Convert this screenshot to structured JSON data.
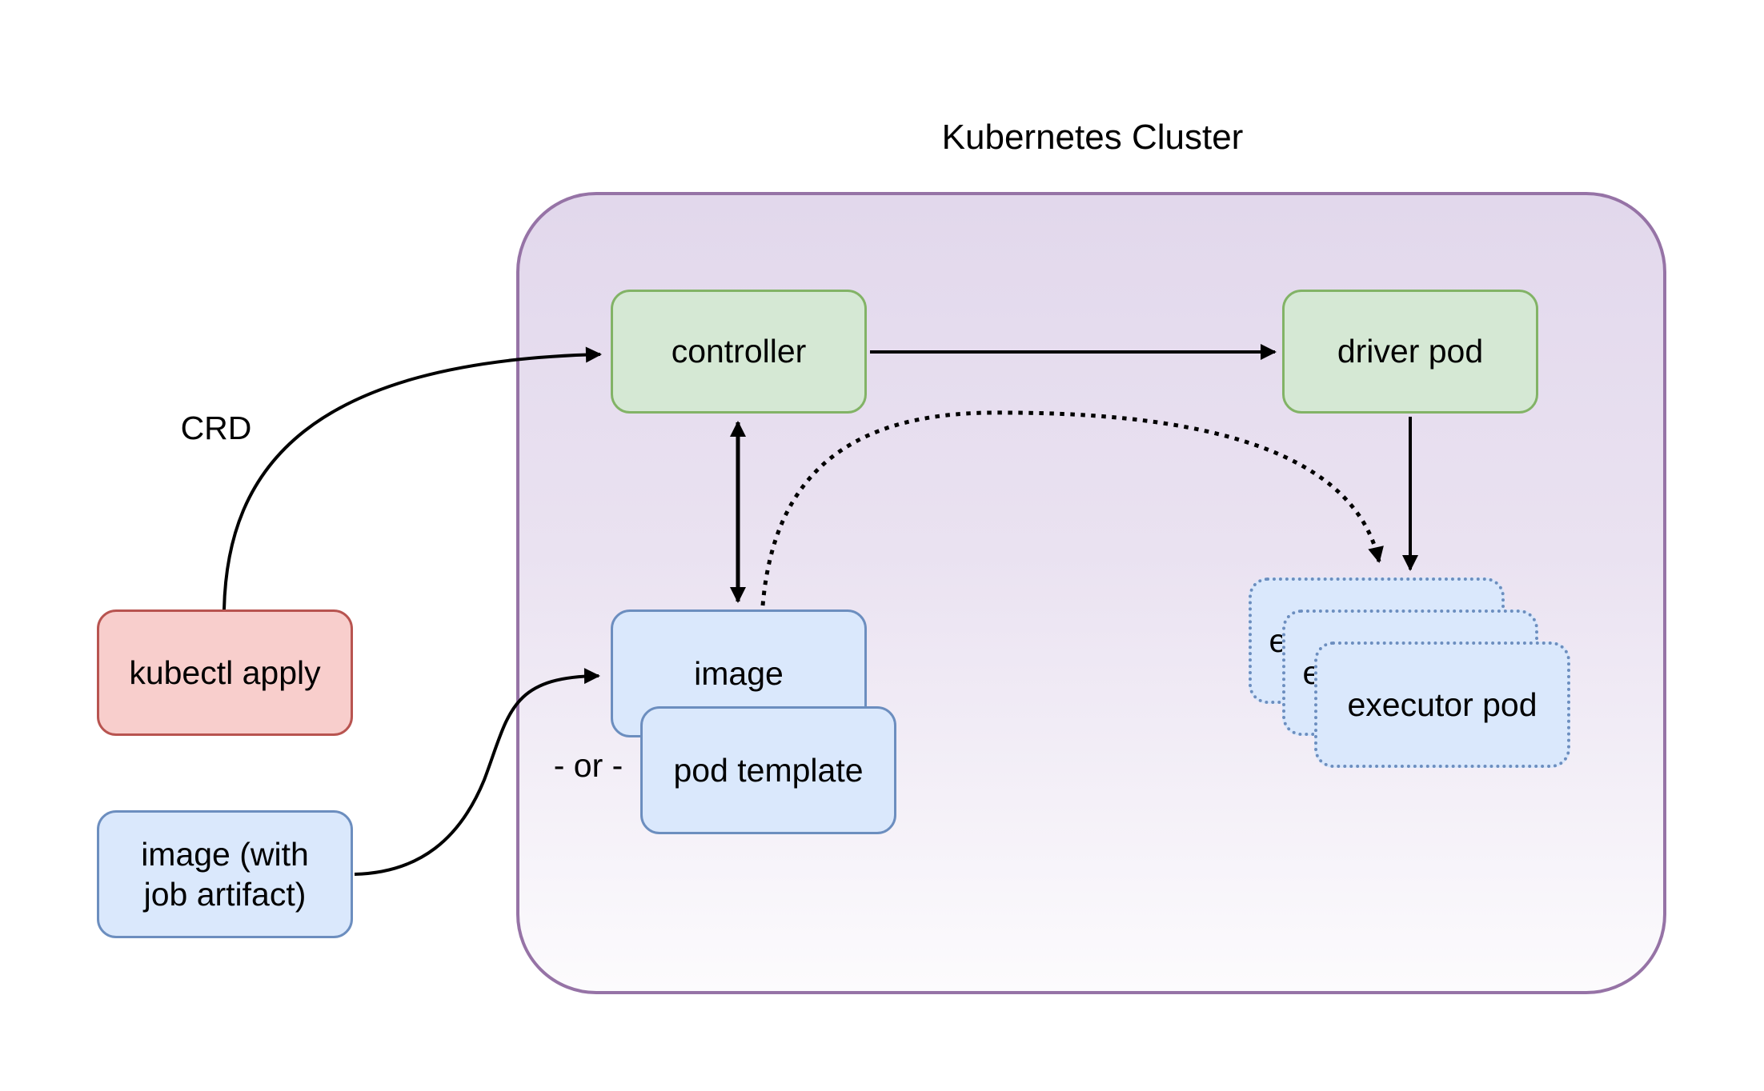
{
  "diagram": {
    "title": "Kubernetes Cluster",
    "nodes": {
      "controller": "controller",
      "driver_pod": "driver pod",
      "image": "image",
      "pod_template": "pod template",
      "executor_pod": "executor pod",
      "kubectl_apply": "kubectl apply",
      "image_with_job_artifact": "image (with job artifact)"
    },
    "labels": {
      "crd": "CRD",
      "or": "- or -"
    },
    "colors": {
      "cluster_border": "#9673a6",
      "cluster_fill_top": "#e2d8ec",
      "cluster_fill_bottom": "#fcfbfd",
      "green_fill": "#d5e8d4",
      "green_border": "#82b366",
      "blue_fill": "#dae8fc",
      "blue_border": "#6c8ebf",
      "red_fill": "#f8cecc",
      "red_border": "#b85450",
      "arrow": "#000000"
    }
  }
}
